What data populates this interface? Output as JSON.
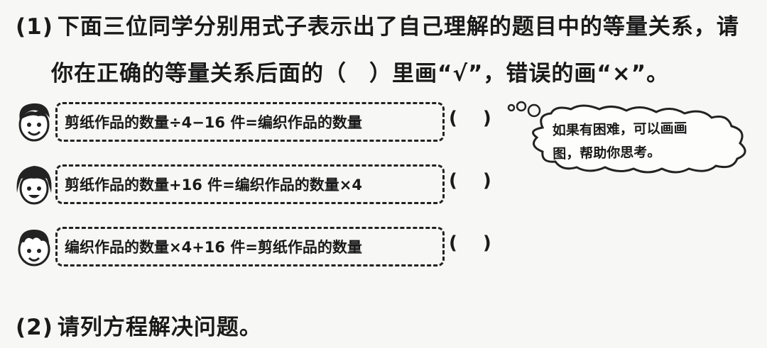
{
  "part1": {
    "number": "(1)",
    "line1": "下面三位同学分别用式子表示出了自己理解的题目中的等量关系，请",
    "line2": "你在正确的等量关系后面的（　）里画“√”，错误的画“×”。"
  },
  "equations": [
    {
      "text": "剪纸作品的数量÷4−16 件=编织作品的数量",
      "left": "(",
      "right": ")"
    },
    {
      "text": "剪纸作品的数量+16 件=编织作品的数量×4",
      "left": "(",
      "right": ")"
    },
    {
      "text": "编织作品的数量×4+16 件=剪纸作品的数量",
      "left": "(",
      "right": ")"
    }
  ],
  "hint": {
    "line1": "如果有困难，可以画画",
    "line2": "图，帮助你思考。"
  },
  "part2": {
    "number": "(2)",
    "text": "请列方程解决问题。"
  },
  "icons": [
    "student-face-boy-icon",
    "student-face-girl-icon",
    "student-face-boy2-icon",
    "thought-cloud-icon"
  ]
}
